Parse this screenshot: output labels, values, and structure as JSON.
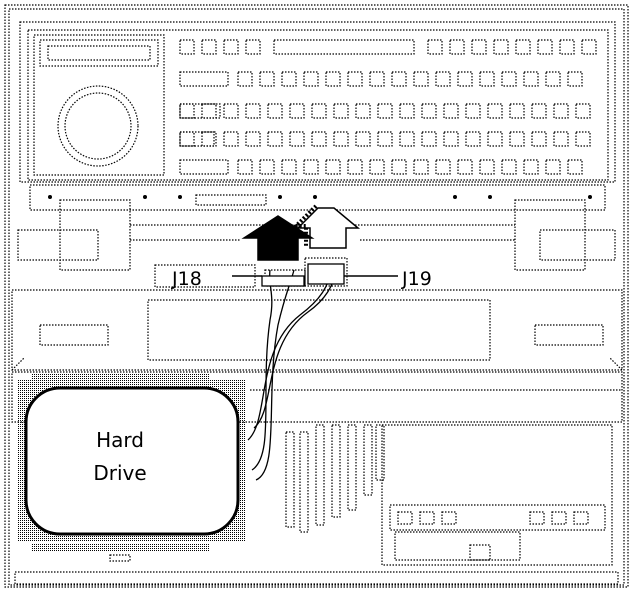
{
  "connectors": {
    "j18_label": "J18",
    "j19_label": "J19"
  },
  "drive": {
    "line1": "Hard",
    "line2": "Drive"
  },
  "arrows": {
    "count": 2,
    "direction": "up"
  },
  "keyboard": {
    "rows": 5
  },
  "colors": {
    "ink": "#000000",
    "paper": "#ffffff"
  }
}
